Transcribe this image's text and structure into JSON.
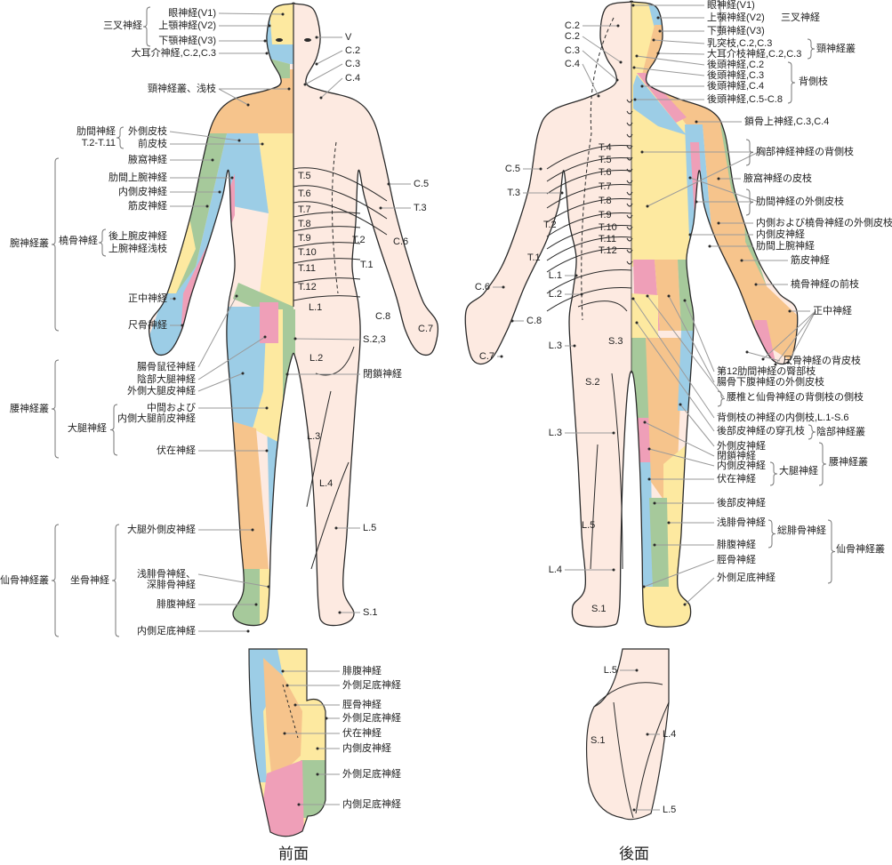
{
  "colors": {
    "skin": "#fdeae1",
    "yellow": "#fde9a0",
    "blue": "#9ccde6",
    "green": "#a6c99b",
    "orange": "#f6c48c",
    "pink": "#ef9fb8",
    "outline": "#2a2a2a",
    "leader": "#9a9a9a"
  },
  "front": {
    "labels": [
      "眼神経(V1)",
      "上顎神経(V2)",
      "下顎神経(V3)",
      "三叉神経",
      "大耳介神経,C.2,C.3",
      "V",
      "C.2",
      "C.3",
      "C.4",
      "頸神経叢、浅枝",
      "肋間神経",
      "T.2-T.11",
      "外側皮枝",
      "前皮枝",
      "腋窩神経",
      "肋間上腕神経",
      "内側皮神経",
      "筋皮神経",
      "腕神経叢",
      "橈骨神経",
      "後上腕皮神経",
      "上腕神経浅枝",
      "正中神経",
      "尺骨神経",
      "T.5",
      "T.6",
      "T.7",
      "T.8",
      "T.9",
      "T.10",
      "T.11",
      "T.12",
      "L.1",
      "T.2",
      "T.1",
      "C.6",
      "C.5",
      "T.3",
      "C.8",
      "C.7",
      "S.2,3",
      "L.2",
      "閉鎖神経",
      "L.3",
      "L.4",
      "L.5",
      "S.1",
      "腸骨鼠径神経",
      "陰部大腿神経",
      "外側大腿皮神経",
      "腰神経叢",
      "大腿神経",
      "中間および",
      "内側大腿前皮神経",
      "伏在神経",
      "仙骨神経叢",
      "坐骨神経",
      "大腿外側皮神経",
      "浅腓骨神経、",
      "深腓骨神経",
      "腓腹神経",
      "内側足底神経"
    ]
  },
  "back": {
    "labels": [
      "C.2",
      "C.2",
      "C.3",
      "C.4",
      "眼神経(V1)",
      "上顎神経(V2)",
      "下顎神経(V3)",
      "三叉神経",
      "乳突枝,C.2,C.3",
      "大耳介枝神経,C.2,C.3",
      "頸神経叢",
      "後頭神経,C.2",
      "後頭神経,C.3",
      "後頭神経,C.4",
      "後頭神経,C.5-C.8",
      "背側枝",
      "鎖骨上神経,C.3,C.4",
      "胸部神経神経の背側枝",
      "T.4",
      "T.5",
      "T.6",
      "T.7",
      "T.8",
      "T.9",
      "T.10",
      "T.11",
      "T.12",
      "C.5",
      "T.3",
      "T.2",
      "T.1",
      "L.1",
      "L.2",
      "C.6",
      "C.8",
      "C.7",
      "L.3",
      "S.3",
      "S.2",
      "L.3",
      "L.5",
      "L.4",
      "S.1",
      "腋窩神経の皮枝",
      "肋間神経の外側皮枝",
      "内側および橈骨神経の外側皮枝",
      "内側皮神経",
      "肋間上腕神経",
      "筋皮神経",
      "橈骨神経の前枝",
      "正中神経",
      "尺骨神経の背皮枝",
      "第12肋間神経の臀部枝",
      "腸骨下腹神経の外側皮枝",
      "腰椎と仙骨神経の背側枝の側枝",
      "背側枝の神経の内側枝,L.1-S.6",
      "後部皮神経の穿孔枝",
      "陰部神経叢",
      "外側皮神経",
      "閉鎖神経",
      "内側皮神経",
      "伏在神経",
      "大腿神経",
      "腰神経叢",
      "後部皮神経",
      "浅腓骨神経",
      "腓腹神経",
      "総腓骨神経",
      "仙骨神経叢",
      "脛骨神経",
      "外側足底神経"
    ]
  },
  "front_foot": {
    "labels": [
      "腓腹神経",
      "外側足底神経",
      "脛骨神経",
      "外側足底神経",
      "伏在神経",
      "内側皮神経",
      "外側足底神経",
      "内側足底神経"
    ]
  },
  "back_foot": {
    "labels": [
      "L.5",
      "S.1",
      "L.4",
      "L.5"
    ]
  },
  "captions": {
    "front": "前面",
    "back": "後面"
  }
}
